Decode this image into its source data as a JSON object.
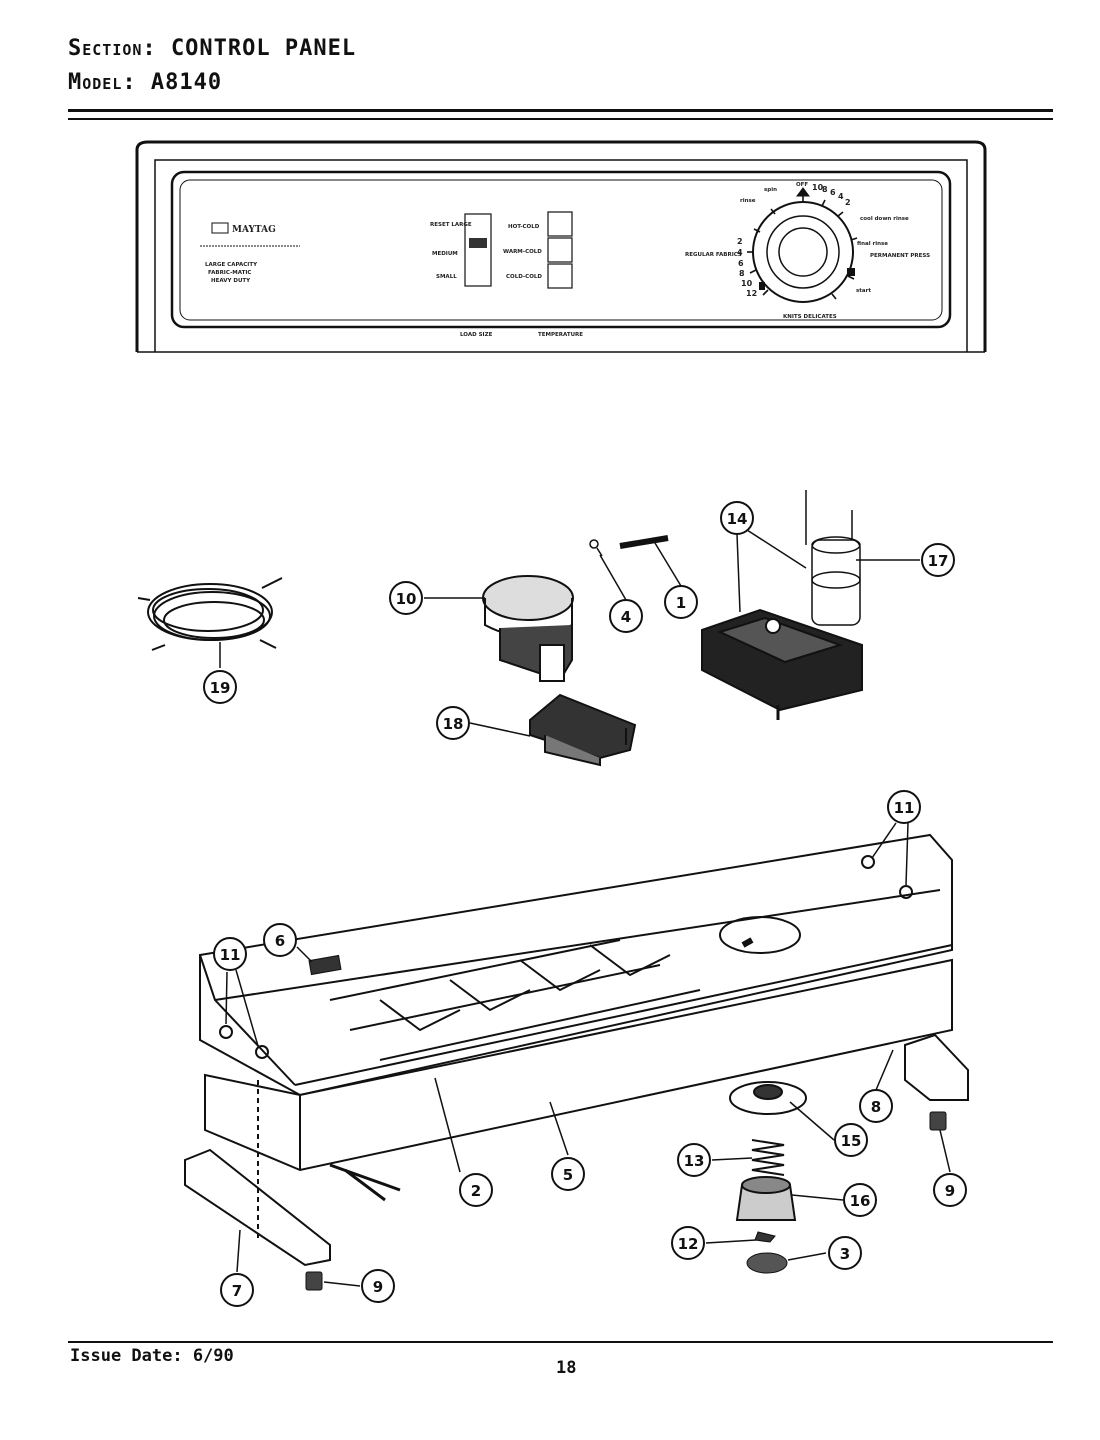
{
  "header": {
    "section_label": "Section:",
    "section_value": "CONTROL PANEL",
    "model_label": "Model:",
    "model_value": "A8140"
  },
  "control_panel": {
    "brand": "MAYTAG",
    "tagline": [
      "LARGE CAPACITY",
      "FABRIC-MATIC",
      "HEAVY DUTY"
    ],
    "load_size_options": [
      "RESET LARGE",
      "MEDIUM",
      "SMALL"
    ],
    "load_size_label": "LOAD SIZE",
    "temperature_options": [
      "HOT-COLD",
      "WARM-COLD",
      "COLD-COLD"
    ],
    "temperature_label": "TEMPERATURE",
    "dial_labels": {
      "regular": "REGULAR FABRICS",
      "permanent": "PERMANENT PRESS",
      "knits": "KNITS DELICATES",
      "off": "OFF",
      "rinse": "rinse",
      "spin": "spin",
      "cool_down_rinse": "cool down rinse",
      "final_rinse": "final rinse",
      "start": "start",
      "minutes_top": [
        "10",
        "8",
        "6",
        "4",
        "2"
      ],
      "minutes_left": [
        "2",
        "4",
        "6",
        "8",
        "10",
        "12"
      ]
    }
  },
  "callouts": [
    "1",
    "2",
    "3",
    "4",
    "5",
    "6",
    "7",
    "8",
    "9",
    "9",
    "10",
    "11",
    "11",
    "12",
    "13",
    "14",
    "15",
    "16",
    "17",
    "18",
    "19"
  ],
  "footer": {
    "issue_date": "Issue Date: 6/90",
    "page_number": "18"
  }
}
